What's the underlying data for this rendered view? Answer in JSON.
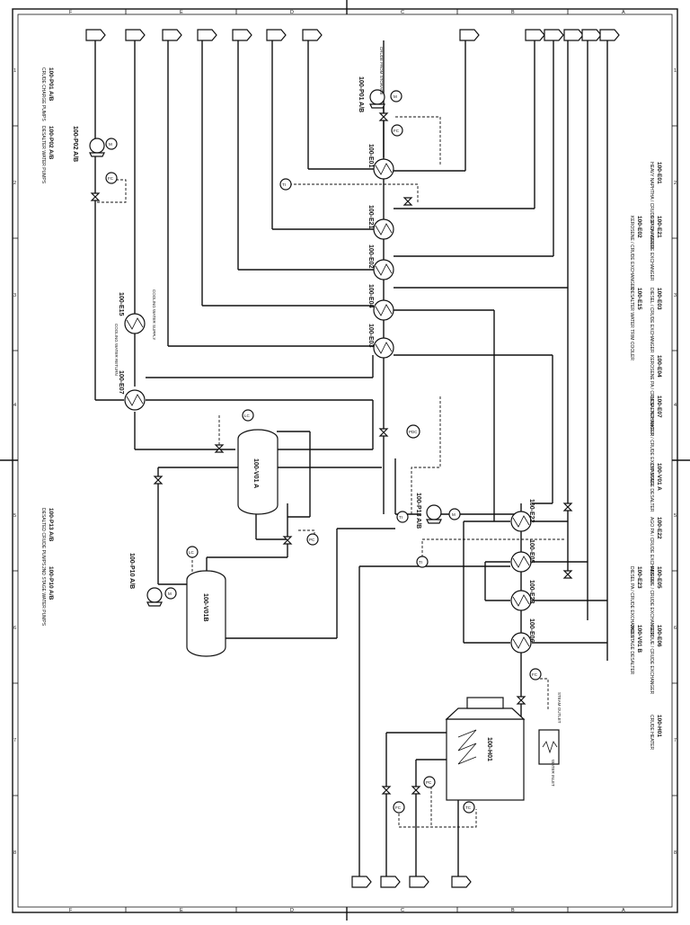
{
  "border": {
    "cols": [
      "F",
      "E",
      "D",
      "C",
      "B",
      "A"
    ],
    "rows": [
      "1",
      "2",
      "3",
      "4",
      "5",
      "6",
      "7",
      "8"
    ]
  },
  "equipment": {
    "p01": "100-P01 A/B",
    "p02": "100-P02 A/B",
    "p10": "100-P10 A/B",
    "p13": "100-P13 A/B",
    "e01": "100-E01",
    "e21": "100-E21",
    "e02": "100-E02",
    "e04": "100-E04",
    "e03": "100-E03",
    "e15": "100-E15",
    "e07": "100-E07",
    "e22": "100-E22",
    "e05": "100-E05",
    "e23": "100-E23",
    "e06": "100-E06",
    "v01a": "100-V01 A",
    "v01b": "100-V01B",
    "h01": "100-H01"
  },
  "annotations": {
    "crude_from_storage": "CRUDE FROM STORAGE",
    "cooling_water_supply": "COOLING WATER SUPPLY",
    "cooling_water_return": "COOLING WATER RETURN",
    "steam_outlet": "STEAM OUTLET",
    "water_inlet": "WATER INLET"
  },
  "legend": [
    {
      "tag": "100-E01",
      "desc": "HEAVY NAPHTHA / CRUDE EXCHANGER"
    },
    {
      "tag": "100-E21",
      "desc": "TOP PA / CRUDE EXCHANGER"
    },
    {
      "tag": "100-E02",
      "desc": "KEROSENE / CRUDE EXCHANGER"
    },
    {
      "tag": "100-E03",
      "desc": "DIESEL / CRUDE EXCHANGER"
    },
    {
      "tag": "100-E15",
      "desc": "DESALTER WATER TRIM COOLER"
    },
    {
      "tag": "100-E04",
      "desc": "KEROSENE PA / CRUDE EXCHANGER"
    },
    {
      "tag": "100-E07",
      "desc": "DESALTER WATER / CRUDE EXCHANGER"
    },
    {
      "tag": "100-V01 A",
      "desc": "1ST STAGE DESALTER"
    },
    {
      "tag": "100-E22",
      "desc": "AGO PA / CRUDE EXCHANGER"
    },
    {
      "tag": "100-E05",
      "desc": "RESIDUE / CRUDE EXCHANGER"
    },
    {
      "tag": "100-E23",
      "desc": "DIESEL PA / CRUDE EXCHANGER"
    },
    {
      "tag": "100-E06",
      "desc": "RESIDUE / CRUDE EXCHANGER"
    },
    {
      "tag": "100-V01 B",
      "desc": "2ND STAGE DESALTER"
    },
    {
      "tag": "100-H01",
      "desc": "CRUDE HEATER"
    }
  ],
  "pump_legend": [
    {
      "tag": "100-P01 A/B",
      "desc": "CRUDE CHARGE PUMPS"
    },
    {
      "tag": "100-P02 A/B",
      "desc": "DESALTER WATER PUMPS"
    },
    {
      "tag": "100-P13 A/B",
      "desc": "DESALTED CRUDE PUMPS"
    },
    {
      "tag": "100-P10 A/B",
      "desc": "2ND STAGE WATER PUMPS"
    }
  ]
}
